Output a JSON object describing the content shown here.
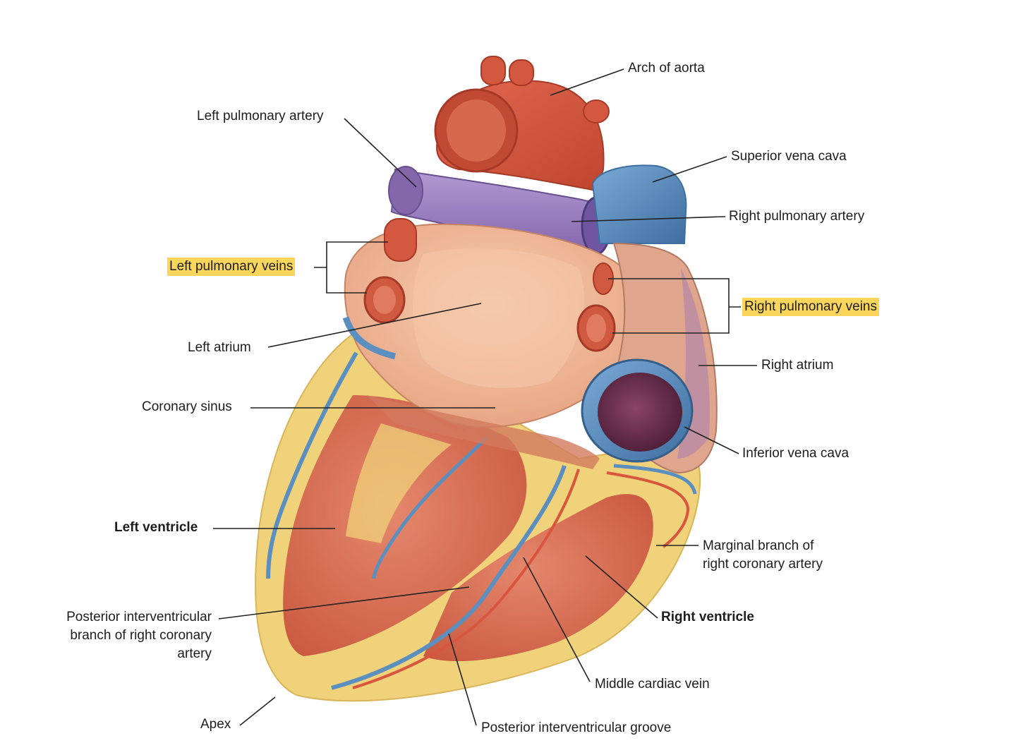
{
  "labels": {
    "arch_of_aorta": "Arch of aorta",
    "left_pulmonary_artery": "Left pulmonary artery",
    "superior_vena_cava": "Superior vena cava",
    "right_pulmonary_artery": "Right pulmonary artery",
    "left_pulmonary_veins": "Left pulmonary veins",
    "right_pulmonary_veins": "Right pulmonary veins",
    "left_atrium": "Left atrium",
    "right_atrium": "Right atrium",
    "coronary_sinus": "Coronary sinus",
    "inferior_vena_cava": "Inferior vena cava",
    "left_ventricle": "Left ventricle",
    "marginal_branch_line1": "Marginal branch of",
    "marginal_branch_line2": "right coronary artery",
    "posterior_iv_branch_line1": "Posterior interventricular",
    "posterior_iv_branch_line2": "branch of right coronary",
    "posterior_iv_branch_line3": "artery",
    "right_ventricle": "Right ventricle",
    "middle_cardiac_vein": "Middle cardiac vein",
    "apex": "Apex",
    "posterior_iv_groove": "Posterior interventricular groove"
  },
  "colors": {
    "highlight": "#fbd65a",
    "myocardium": "#d9735a",
    "fat": "#f0d27a",
    "artery": "#d9553e",
    "vein_blue": "#5b8fbf",
    "pulmonary_purple": "#9b7fbf",
    "atrium": "#efb797"
  }
}
